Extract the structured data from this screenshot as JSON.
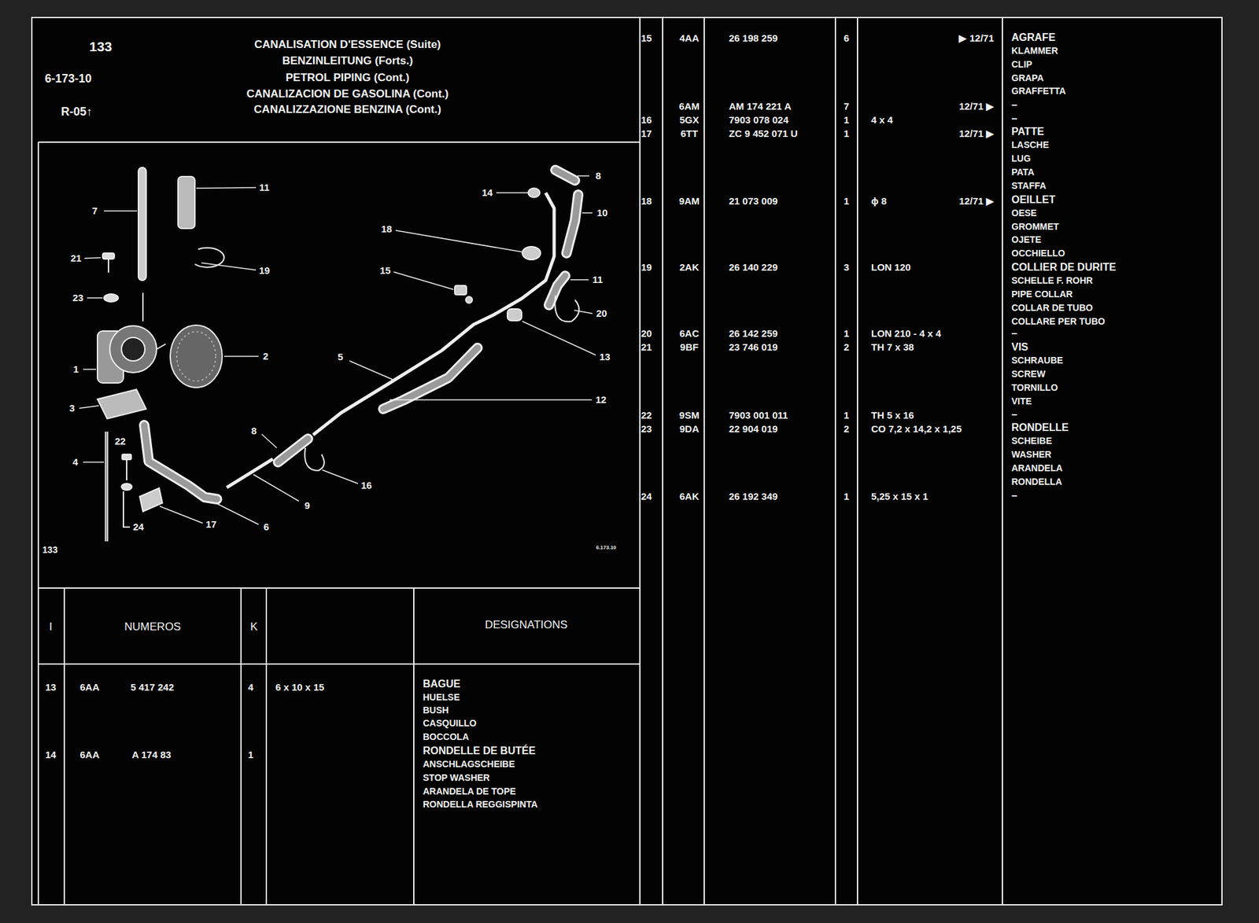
{
  "diagram": {
    "title": "CANALISATION D'ESSENCE (Suite)",
    "labels": [
      "133",
      "6-173-10",
      "R-05↑",
      "BENZINLEITUNG (Forts.)",
      "PETROL PIPING (Cont.)",
      "CANALIZACION DE GASOLINA (Cont.)",
      "CANALIZZAZIONE BENZINA (Cont.)",
      "11",
      "7",
      "21",
      "19",
      "23",
      "2",
      "1",
      "3",
      "22",
      "4",
      "24",
      "17",
      "6",
      "9",
      "16",
      "8",
      "5",
      "12",
      "13",
      "20",
      "11",
      "15",
      "18",
      "14",
      "8",
      "10",
      "133",
      "6.173.10",
      "I",
      "NUMEROS",
      "K",
      "DESIGNATIONS",
      "13",
      "6AA",
      "5 417 242",
      "4",
      "6 x 10 x 15",
      "BAGUE",
      "HUELSE",
      "BUSH",
      "CASQUILLO",
      "BOCCOLA",
      "14",
      "6AA",
      "A 174 83",
      "1",
      "RONDELLE DE BUTÉE",
      "ANSCHLAGSCHEIBE",
      "STOP WASHER",
      "ARANDELA DE TOPE",
      "RONDELLA REGGISPINTA",
      "15",
      "4AA",
      "26 198 259",
      "6",
      "▶ 12/71",
      "AGRAFE",
      "KLAMMER",
      "CLIP",
      "GRAPA",
      "GRAFFETTA",
      "6AM",
      "AM 174 221 A",
      "7",
      "12/71 ▶",
      "–",
      "16",
      "5GX",
      "7903 078 024",
      "1",
      "4 x 4",
      "–",
      "17",
      "6TT",
      "ZC 9 452 071 U",
      "1",
      "12/71 ▶",
      "PATTE",
      "LASCHE",
      "LUG",
      "PATA",
      "STAFFA",
      "18",
      "9AM",
      "21 073 009",
      "1",
      "ϕ 8",
      "12/71 ▶",
      "OEILLET",
      "OESE",
      "GROMMET",
      "OJETE",
      "OCCHIELLO",
      "19",
      "2AK",
      "26 140 229",
      "3",
      "LON 120",
      "COLLIER DE DURITE",
      "SCHELLE F. ROHR",
      "PIPE COLLAR",
      "COLLAR DE TUBO",
      "COLLARE PER TUBO",
      "20",
      "6AC",
      "26 142 259",
      "1",
      "LON 210 - 4 x 4",
      "–",
      "21",
      "9BF",
      "23 746 019",
      "2",
      "TH 7 x 38",
      "VIS",
      "SCHRAUBE",
      "SCREW",
      "TORNILLO",
      "VITE",
      "22",
      "9SM",
      "7903 001 011",
      "1",
      "TH 5 x 16",
      "–",
      "23",
      "9DA",
      "22 904 019",
      "2",
      "CO 7,2 x 14,2 x 1,25",
      "RONDELLE",
      "SCHEIBE",
      "WASHER",
      "ARANDELA",
      "RONDELLA",
      "24",
      "6AK",
      "26 192 349",
      "1",
      "5,25 x 15 x 1",
      "–"
    ]
  }
}
